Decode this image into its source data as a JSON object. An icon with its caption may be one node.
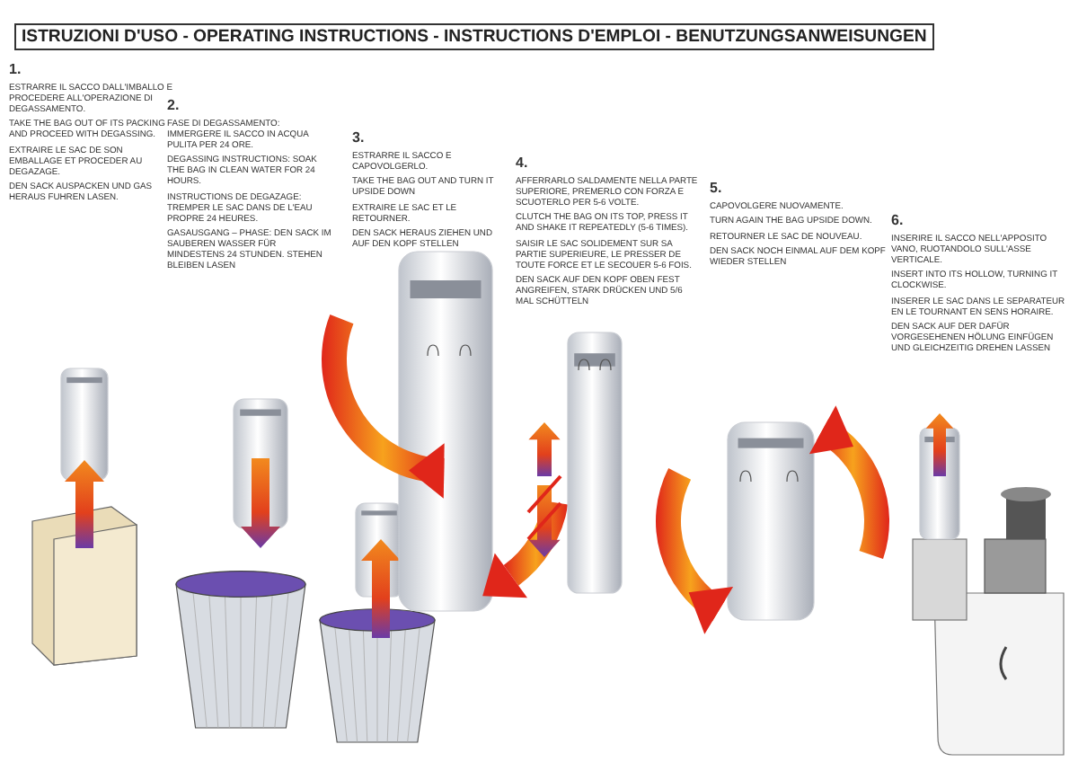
{
  "diagram": {
    "title": "ISTRUZIONI D'USO - OPERATING INSTRUCTIONS - INSTRUCTIONS D'EMPLOI - BENUTZUNGSANWEISUNGEN",
    "labels": [
      "1.",
      "ESTRARRE IL SACCO DALL'IMBALLO E PROCEDERE ALL'OPERAZIONE DI DEGASSAMENTO.",
      "TAKE THE BAG OUT OF ITS PACKING AND PROCEED WITH DEGASSING.",
      "EXTRAIRE LE SAC DE SON EMBALLAGE ET PROCEDER AU DEGAZAGE.",
      "DEN SACK AUSPACKEN UND GAS HERAUS FUHREN LASEN.",
      "2.",
      "FASE DI DEGASSAMENTO: IMMERGERE IL SACCO IN ACQUA PULITA PER 24 ORE.",
      "DEGASSING INSTRUCTIONS: SOAK THE BAG IN CLEAN WATER FOR 24 HOURS.",
      "INSTRUCTIONS DE DEGAZAGE: TREMPER LE SAC DANS DE L'EAU PROPRE 24 HEURES.",
      "GASAUSGANG – PHASE: DEN SACK IM SAUBEREN WASSER FÜR MINDESTENS 24 STUNDEN. STEHEN BLEIBEN LASEN",
      "3.",
      "ESTRARRE IL SACCO E CAPOVOLGERLO.",
      "TAKE THE BAG OUT AND TURN IT UPSIDE DOWN",
      "EXTRAIRE LE SAC ET LE RETOURNER.",
      "DEN SACK HERAUS ZIEHEN UND AUF DEN KOPF STELLEN",
      "4.",
      "AFFERRARLO SALDAMENTE NELLA PARTE SUPERIORE, PREMERLO CON FORZA E SCUOTERLO PER 5-6 VOLTE.",
      "CLUTCH THE BAG ON ITS TOP, PRESS IT AND SHAKE IT REPEATEDLY (5-6 TIMES).",
      "SAISIR LE SAC SOLIDEMENT SUR SA PARTIE SUPERIEURE, LE PRESSER DE TOUTE FORCE ET LE SECOUER 5-6 FOIS.",
      "DEN SACK AUF DEN KOPF OBEN FEST ANGREIFEN, STARK DRÜCKEN UND 5/6 MAL SCHÜTTELN",
      "5.",
      "CAPOVOLGERE NUOVAMENTE.",
      "TURN AGAIN THE BAG UPSIDE DOWN.",
      "RETOURNER LE SAC DE NOUVEAU.",
      "DEN SACK NOCH EINMAL AUF DEM KOPF WIEDER STELLEN",
      "6.",
      "INSERIRE IL SACCO NELL'APPOSITO VANO, RUOTANDOLO SULL'ASSE VERTICALE.",
      "INSERT INTO ITS HOLLOW, TURNING IT CLOCKWISE.",
      "INSERER LE SAC DANS LE SEPARATEUR EN LE TOURNANT EN SENS HORAIRE.",
      "DEN SACK AUF DER DAFÜR VORGESEHENEN HÖLUNG EINFÜGEN UND GLEICHZEITIG DREHEN LASSEN"
    ]
  }
}
